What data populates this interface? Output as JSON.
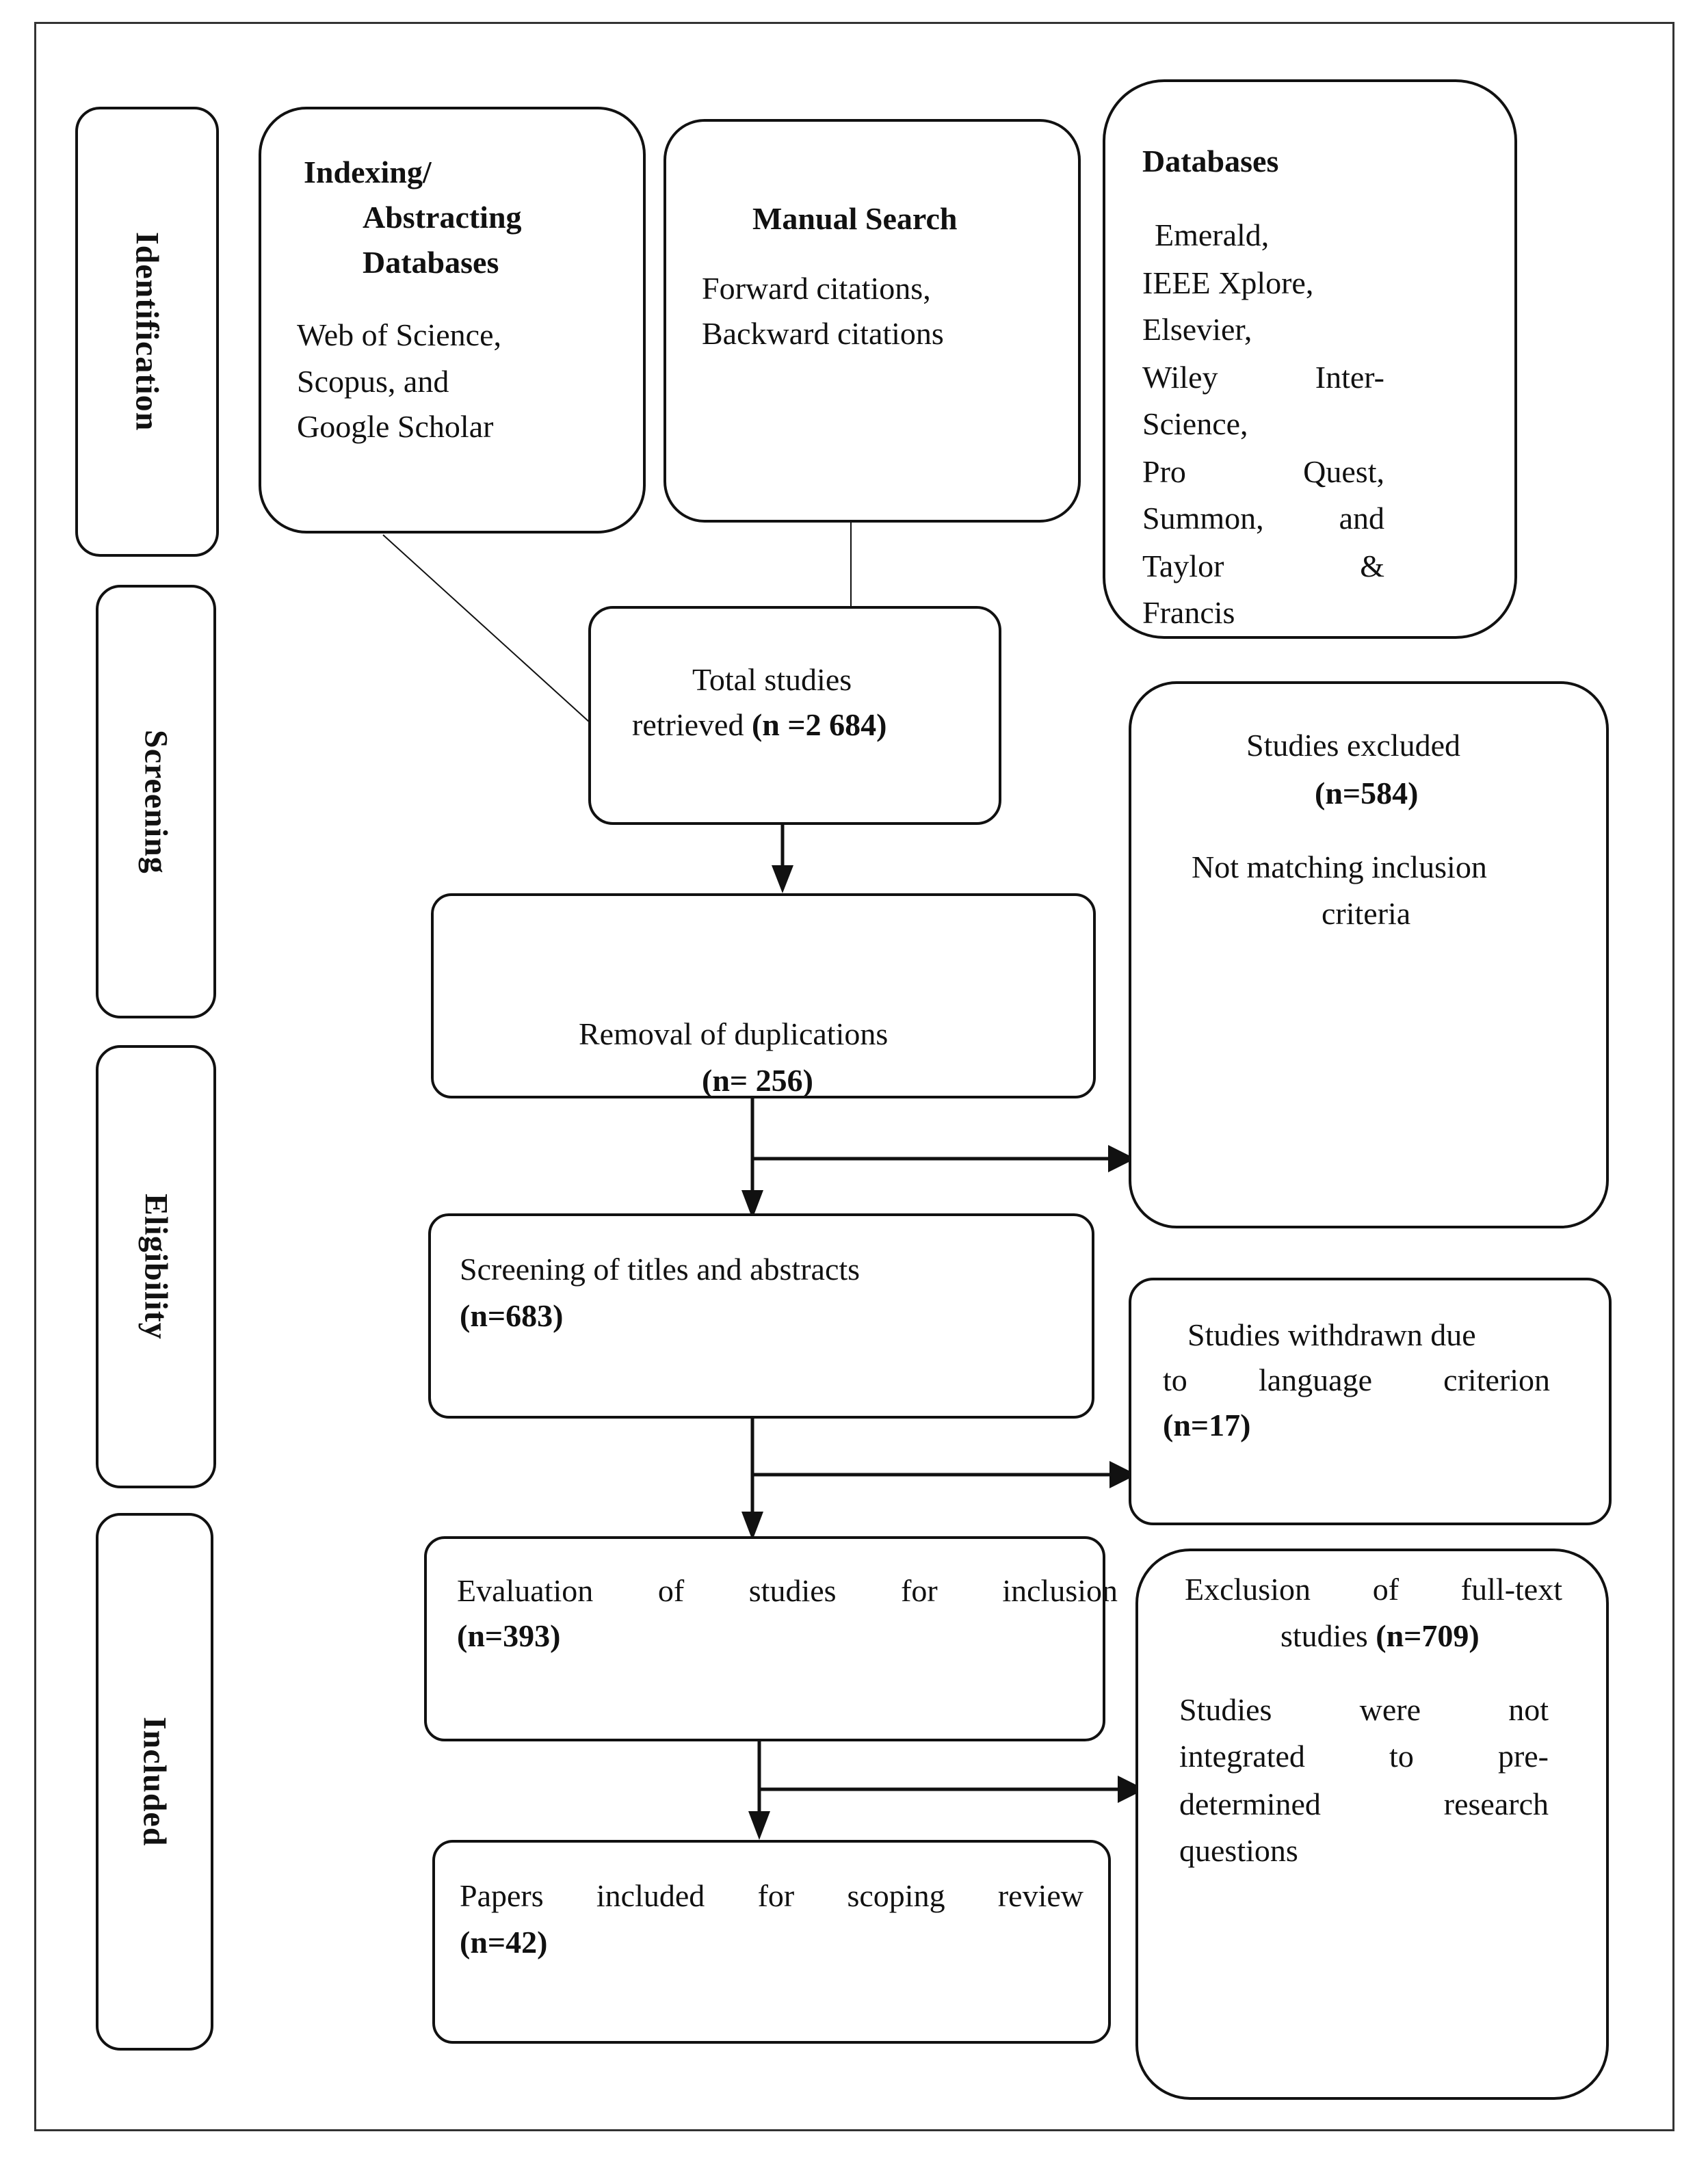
{
  "phases": {
    "identification": "Identification",
    "screening": "Screening",
    "eligibility": "Eligibility",
    "included": "Included"
  },
  "indexing": {
    "title_line1": "Indexing/",
    "title_line2": "Abstracting",
    "title_line3": "Databases",
    "line1": "Web of Science,",
    "line2": "Scopus, and",
    "line3": "Google Scholar"
  },
  "manual": {
    "title": "Manual Search",
    "line1": "Forward citations,",
    "line2": "Backward citations"
  },
  "databases": {
    "title": "Databases",
    "line1": "Emerald,",
    "line2": "IEEE Xplore,",
    "line3": "Elsevier,",
    "line4": "Wiley Inter-",
    "line5": "Science,",
    "line6": "Pro Quest,",
    "line7": "Summon, and",
    "line8": "Taylor &",
    "line9": "Francis"
  },
  "total": {
    "line1": "Total studies",
    "line2_text": "retrieved ",
    "line2_count": "(n =2 684)"
  },
  "removal": {
    "label": "Removal of duplications",
    "count": "(n= 256)"
  },
  "screening_box": {
    "label": "Screening of titles and abstracts",
    "count": "(n=683)"
  },
  "evaluation": {
    "label": "Evaluation of studies for inclusion",
    "count": "(n=393)"
  },
  "papers": {
    "label": "Papers included for scoping review",
    "count": "(n=42)"
  },
  "excluded": {
    "title": "Studies excluded",
    "count": "(n=584)",
    "line1": "Not matching inclusion",
    "line2": "criteria"
  },
  "withdrawn": {
    "line1": "Studies withdrawn due",
    "line2": "to language criterion",
    "count": "(n=17)"
  },
  "fulltext": {
    "line1": "Exclusion of full-text",
    "line2_text": "studies ",
    "line2_count": "(n=709)",
    "line3": "Studies were not",
    "line4": "integrated to pre-",
    "line5": "determined research",
    "line6": "questions"
  }
}
